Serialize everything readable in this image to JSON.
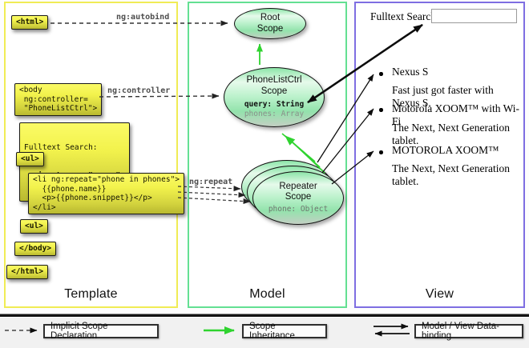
{
  "template_panel": {
    "label": "Template",
    "boxes": {
      "html_open": "<html>",
      "body_open": "<body\n ng:controller=\n \"PhoneListCtrl\">",
      "fulltext_label": "Fulltext Search:",
      "fulltext_input": "  <input name=\"query\">",
      "ul_open": "<ul>",
      "li_repeat": "<li ng:repeat=\"phone in phones\">\n  {{phone.name}}\n  <p>{{phone.snippet}}</p>\n</li>",
      "ul_close": "<ul>",
      "body_close": "</body>",
      "html_close": "</html>"
    },
    "connector_labels": {
      "autobind": "ng:autobind",
      "controller": "ng:controller",
      "repeat": "ng:repeat"
    }
  },
  "model_panel": {
    "label": "Model",
    "root_scope": {
      "line1": "Root",
      "line2": "Scope"
    },
    "phonelist_scope": {
      "line1": "PhoneListCtrl",
      "line2": "Scope",
      "prop1": "query: String",
      "prop2": "phones: Array"
    },
    "repeater_scope": {
      "line1": "Repeater",
      "line2": "Scope",
      "prop1": "phone: Object"
    }
  },
  "view_panel": {
    "label": "View",
    "search_label": "Fulltext Search:",
    "search_value": "",
    "products": [
      {
        "name": "Nexus S",
        "desc": "Fast just got faster with Nexus S."
      },
      {
        "name": "Motorola XOOM™ with Wi-Fi",
        "desc": "The Next, Next Generation tablet."
      },
      {
        "name": "MOTOROLA XOOM™",
        "desc": "The Next, Next Generation tablet."
      }
    ]
  },
  "legend": {
    "implicit": "Implicit Scope Declaration",
    "inheritance": "Scope Inheritance",
    "databinding": "Model / View Data-binding"
  },
  "colors": {
    "template_border": "#f0ec55",
    "model_border": "#63e092",
    "view_border": "#7e6ee2",
    "inheritance_arrow": "#2fd32f",
    "codebox_yellow": "#f2f24c",
    "scope_green": "#93e3ac"
  }
}
